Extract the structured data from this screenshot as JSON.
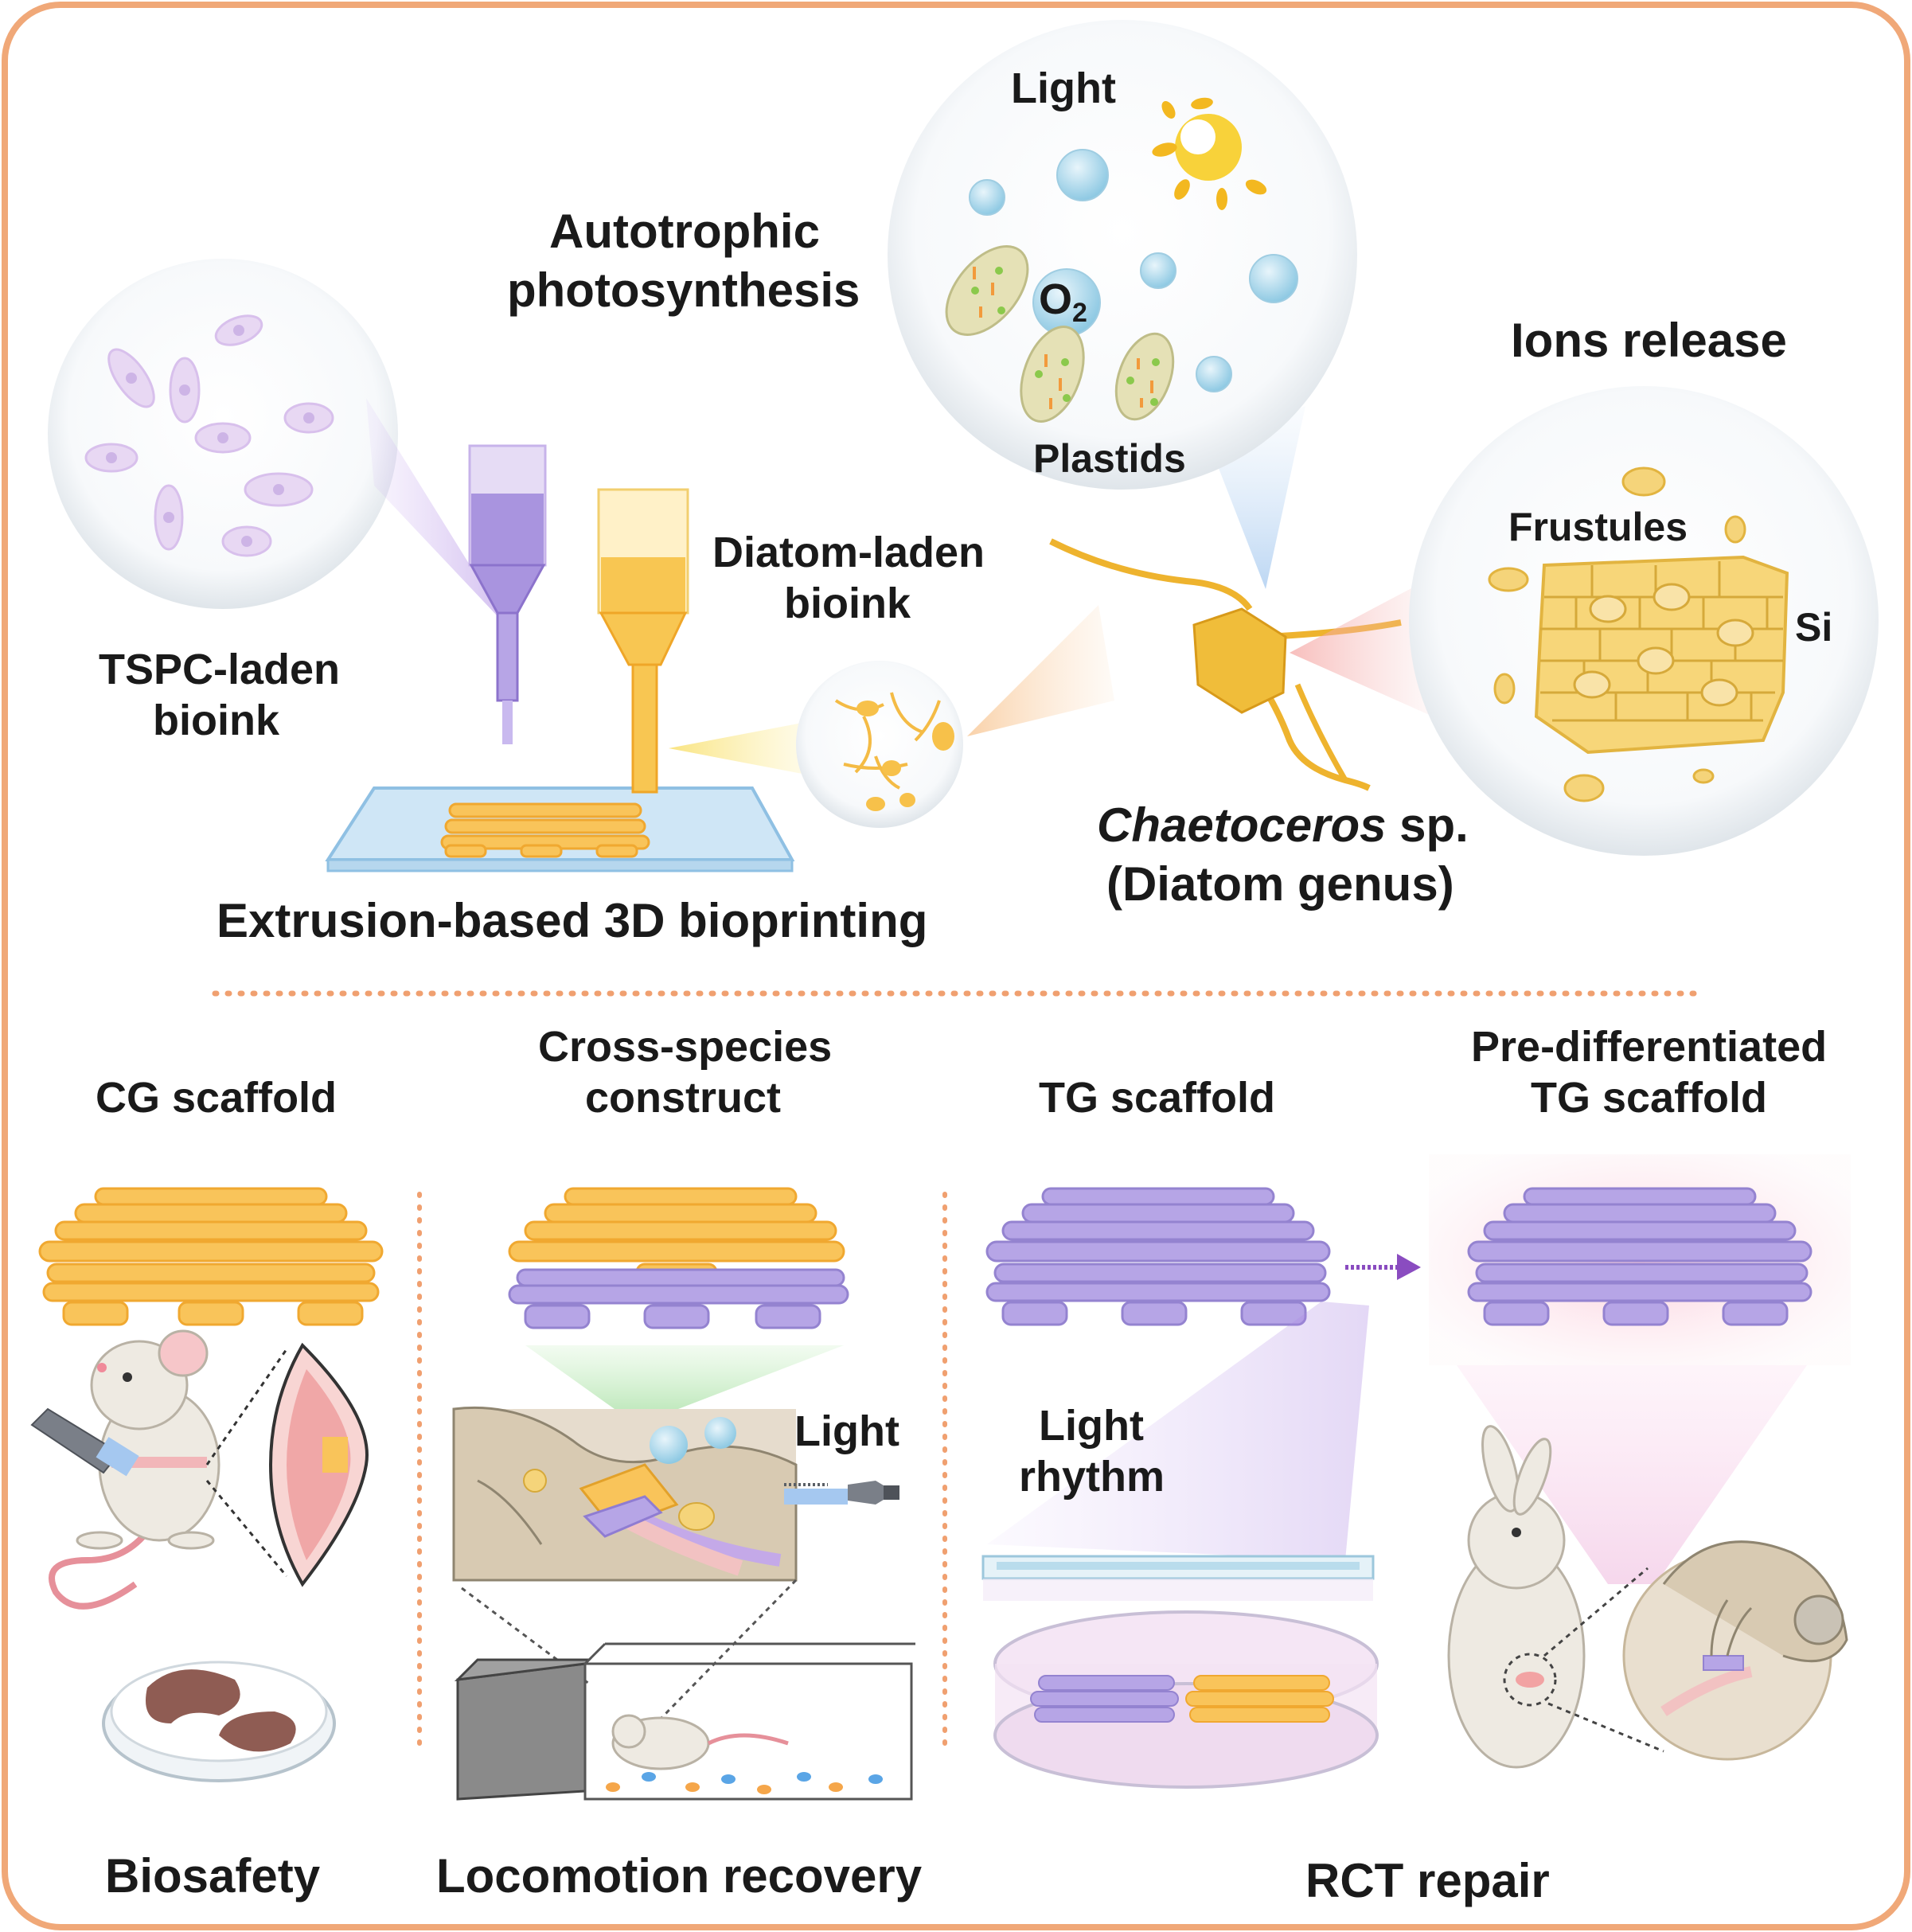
{
  "top": {
    "light": "Light",
    "photosynthesis": [
      "Autotrophic",
      "photosynthesis"
    ],
    "o2": {
      "base": "O",
      "sub": "2"
    },
    "plastids": "Plastids",
    "ions_release": "Ions release",
    "frustules": "Frustules",
    "si": "Si",
    "diatom_bioink": [
      "Diatom-laden",
      "bioink"
    ],
    "tspc_bioink": [
      "TSPC-laden",
      "bioink"
    ],
    "species": {
      "genus": "Chaetoceros",
      "suffix": " sp.",
      "line2": "(Diatom genus)"
    },
    "printing": "Extrusion-based 3D bioprinting"
  },
  "bottom": {
    "cg_scaffold": "CG scaffold",
    "cross_species": [
      "Cross-species",
      "construct"
    ],
    "tg_scaffold": "TG scaffold",
    "prediff": [
      "Pre-differentiated",
      "TG scaffold"
    ],
    "light": "Light",
    "light_rhythm": [
      "Light",
      "rhythm"
    ],
    "biosafety": "Biosafety",
    "locomotion": "Locomotion recovery",
    "rct": "RCT repair"
  },
  "colors": {
    "border": "#f0a878",
    "diatom_yellow": "#f7c14a",
    "tg_purple": "#a996e0",
    "divider": "#f0a070"
  }
}
